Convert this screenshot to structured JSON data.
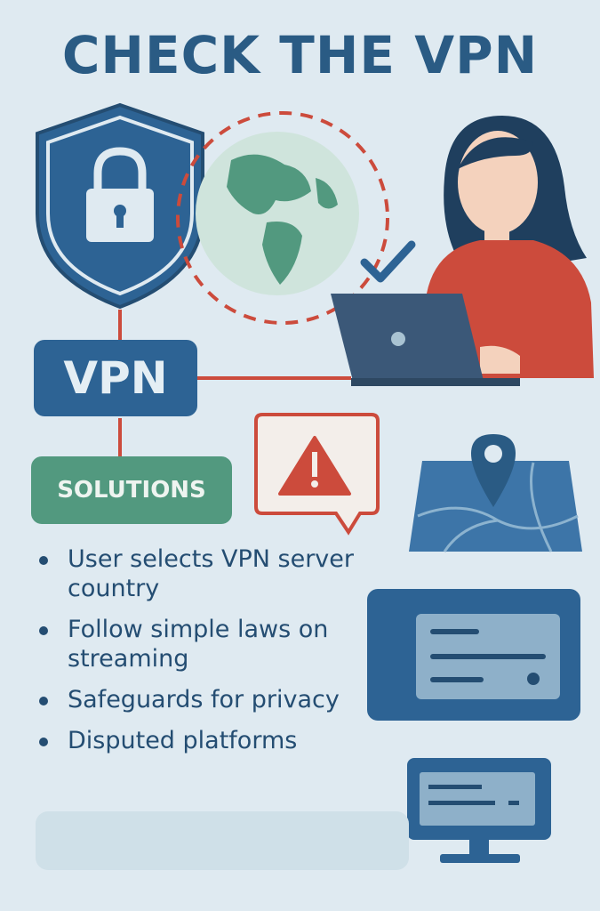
{
  "title": "CHECK THE VPN",
  "vpn_label": "VPN",
  "solutions_label": "SOLUTIONS",
  "bullets": [
    "User selects VPN server country",
    "Follow simple laws on streaming",
    "Safeguards for privacy",
    "Disputed platforms"
  ],
  "colors": {
    "background": "#dfeaf1",
    "primary": "#2d6394",
    "accent": "#cc4b3c",
    "green": "#52997f",
    "text": "#244d72"
  }
}
